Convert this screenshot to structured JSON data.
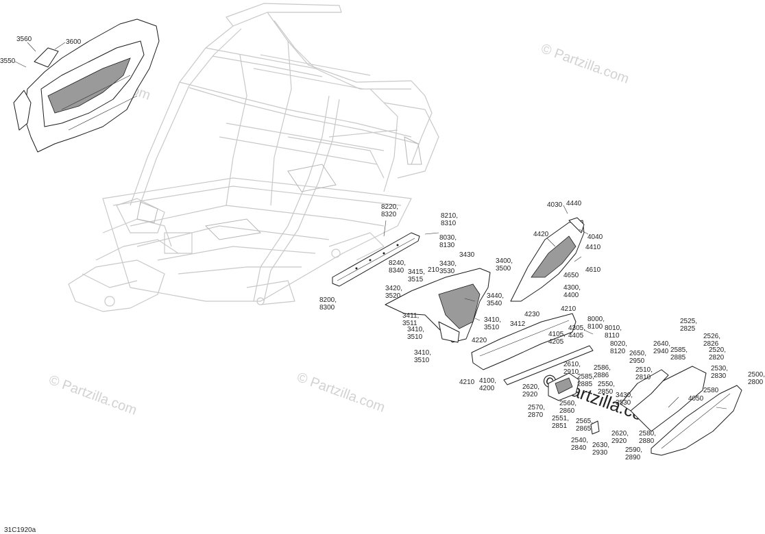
{
  "diagram_code": "31C1920a",
  "watermark_text": "© Partzilla.com",
  "callouts": [
    {
      "id": "c3560",
      "lines": [
        "3560"
      ]
    },
    {
      "id": "c3600",
      "lines": [
        "3600"
      ]
    },
    {
      "id": "c3550",
      "lines": [
        "3550"
      ]
    },
    {
      "id": "c4030",
      "lines": [
        "4030"
      ]
    },
    {
      "id": "c4440",
      "lines": [
        "4440"
      ]
    },
    {
      "id": "c4040",
      "lines": [
        "4040"
      ]
    },
    {
      "id": "c4420",
      "lines": [
        "4420"
      ]
    },
    {
      "id": "c4410",
      "lines": [
        "4410"
      ]
    },
    {
      "id": "c4610",
      "lines": [
        "4610"
      ]
    },
    {
      "id": "c4650",
      "lines": [
        "4650"
      ]
    },
    {
      "id": "c4300",
      "lines": [
        "4300,",
        "4400"
      ]
    },
    {
      "id": "c4210a",
      "lines": [
        "4210"
      ]
    },
    {
      "id": "c4230",
      "lines": [
        "4230"
      ]
    },
    {
      "id": "c8220",
      "lines": [
        "8220,",
        "8320"
      ]
    },
    {
      "id": "c8210",
      "lines": [
        "8210,",
        "8310"
      ]
    },
    {
      "id": "c8030",
      "lines": [
        "8030,",
        "8130"
      ]
    },
    {
      "id": "c8240",
      "lines": [
        "8240,",
        "8340"
      ]
    },
    {
      "id": "c3430a",
      "lines": [
        "3430"
      ]
    },
    {
      "id": "c3400",
      "lines": [
        "3400,",
        "3500"
      ]
    },
    {
      "id": "c210",
      "lines": [
        "210"
      ]
    },
    {
      "id": "c3430b",
      "lines": [
        "3430,",
        "3530"
      ]
    },
    {
      "id": "c3415",
      "lines": [
        "3415,",
        "3515"
      ]
    },
    {
      "id": "c3420",
      "lines": [
        "3420,",
        "3520"
      ]
    },
    {
      "id": "c8200",
      "lines": [
        "8200,",
        "8300"
      ]
    },
    {
      "id": "c3440",
      "lines": [
        "3440,",
        "3540"
      ]
    },
    {
      "id": "c3411",
      "lines": [
        "3411,",
        "3511"
      ]
    },
    {
      "id": "c3410a",
      "lines": [
        "3410,",
        "3510"
      ]
    },
    {
      "id": "c3410b",
      "lines": [
        "3410,",
        "3510"
      ]
    },
    {
      "id": "c3410c",
      "lines": [
        "3410,",
        "3510"
      ]
    },
    {
      "id": "c3412",
      "lines": [
        "3412"
      ]
    },
    {
      "id": "c4220",
      "lines": [
        "4220"
      ]
    },
    {
      "id": "c8000",
      "lines": [
        "8000,",
        "8100"
      ]
    },
    {
      "id": "c8010",
      "lines": [
        "8010,",
        "8110"
      ]
    },
    {
      "id": "c4305",
      "lines": [
        "4305,",
        "4405"
      ]
    },
    {
      "id": "c4105",
      "lines": [
        "4105,",
        "4205"
      ]
    },
    {
      "id": "c8020",
      "lines": [
        "8020,",
        "8120"
      ]
    },
    {
      "id": "c4210b",
      "lines": [
        "4210"
      ]
    },
    {
      "id": "c4100",
      "lines": [
        "4100,",
        "4200"
      ]
    },
    {
      "id": "c2525",
      "lines": [
        "2525,",
        "2825"
      ]
    },
    {
      "id": "c2526",
      "lines": [
        "2526,",
        "2826"
      ]
    },
    {
      "id": "c2640",
      "lines": [
        "2640,",
        "2940"
      ]
    },
    {
      "id": "c2585a",
      "lines": [
        "2585,",
        "2885"
      ]
    },
    {
      "id": "c2520",
      "lines": [
        "2520,",
        "2820"
      ]
    },
    {
      "id": "c2650",
      "lines": [
        "2650,",
        "2950"
      ]
    },
    {
      "id": "c2510",
      "lines": [
        "2510,",
        "2810"
      ]
    },
    {
      "id": "c2530",
      "lines": [
        "2530,",
        "2830"
      ]
    },
    {
      "id": "c2500",
      "lines": [
        "2500,",
        "2800"
      ]
    },
    {
      "id": "c2610",
      "lines": [
        "2610,",
        "2910"
      ]
    },
    {
      "id": "c2586",
      "lines": [
        "2586,",
        "2886"
      ]
    },
    {
      "id": "c2585b",
      "lines": [
        "2585,",
        "2885"
      ]
    },
    {
      "id": "c2620a",
      "lines": [
        "2620,",
        "2920"
      ]
    },
    {
      "id": "c2550",
      "lines": [
        "2550,",
        "2850"
      ]
    },
    {
      "id": "c3430c",
      "lines": [
        "3430,",
        "3530"
      ]
    },
    {
      "id": "c4050",
      "lines": [
        "4050"
      ]
    },
    {
      "id": "c2580a",
      "lines": [
        "2580"
      ]
    },
    {
      "id": "c2570",
      "lines": [
        "2570,",
        "2870"
      ]
    },
    {
      "id": "c2560",
      "lines": [
        "2560,",
        "2860"
      ]
    },
    {
      "id": "c2551",
      "lines": [
        "2551,",
        "2851"
      ]
    },
    {
      "id": "c2565",
      "lines": [
        "2565,",
        "2865"
      ]
    },
    {
      "id": "c2620b",
      "lines": [
        "2620,",
        "2920"
      ]
    },
    {
      "id": "c2580b",
      "lines": [
        "2580,",
        "2880"
      ]
    },
    {
      "id": "c2540",
      "lines": [
        "2540,",
        "2840"
      ]
    },
    {
      "id": "c2630",
      "lines": [
        "2630,",
        "2930"
      ]
    },
    {
      "id": "c2590",
      "lines": [
        "2590,",
        "2890"
      ]
    }
  ]
}
